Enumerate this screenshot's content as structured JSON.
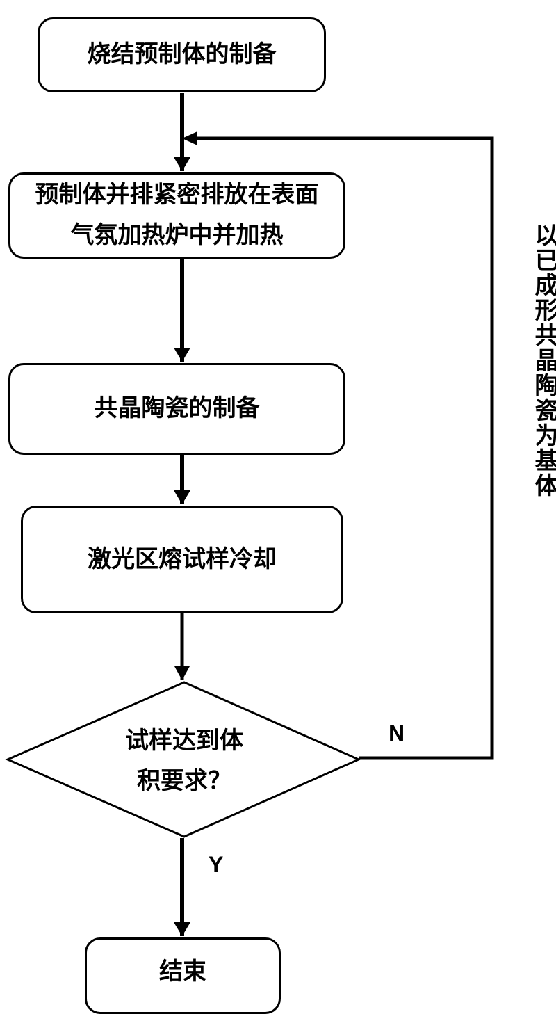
{
  "steps": [
    {
      "id": "s1",
      "text": "烧结预制体的制备"
    },
    {
      "id": "s2",
      "text": "预制体并排紧密排放在表面气氛加热炉中并加热"
    },
    {
      "id": "s3",
      "text": "共晶陶瓷的制备"
    },
    {
      "id": "s4",
      "text": "激光区熔试样冷却"
    }
  ],
  "decision": {
    "line1": "试样达到体",
    "line2": "积要求？"
  },
  "end": {
    "text": "结束"
  },
  "labels": {
    "no": "N",
    "yes": "Y"
  },
  "loop_label": "以已成形共晶陶瓷为基体",
  "colors": {
    "stroke": "#000000",
    "background": "#ffffff"
  }
}
